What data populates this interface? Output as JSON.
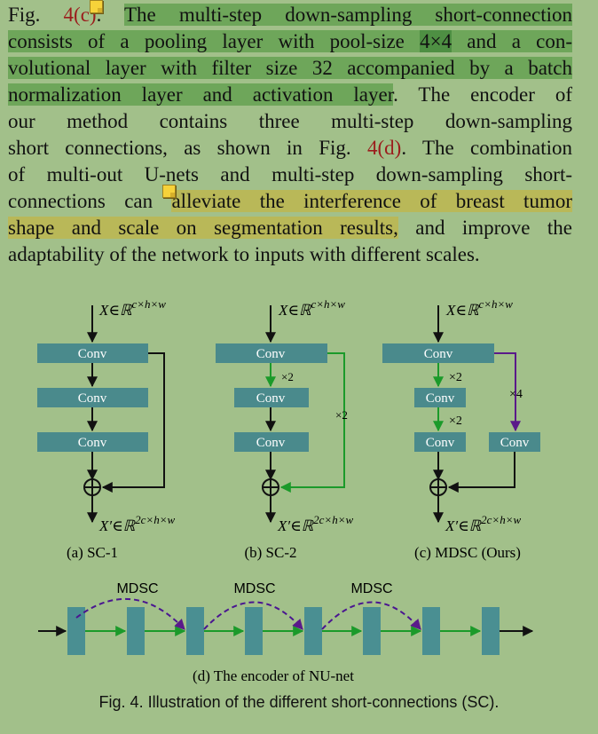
{
  "paragraph": {
    "l1_a": "Fig. ",
    "l1_ref": "4(c)",
    "l1_b": ". ",
    "l1_hl": "The multi-step down-sampling short-connection",
    "l2_hl_a": "consists of a pooling layer with pool-size ",
    "l2_hl_mid": "4×4",
    "l2_hl_b": " and a con-",
    "l3_hl": "volutional layer with filter size 32 accompanied by a batch",
    "l4_hl": "normalization layer and activation layer",
    "l4_b": ". The encoder of",
    "l5": "our method contains three multi-step down-sampling",
    "l6_a": "short connections, as shown in Fig. ",
    "l6_ref": "4(d)",
    "l6_b": ". The combination",
    "l7": "of multi-out U-nets and multi-step down-sampling short-",
    "l8_a": "connections can ",
    "l8_hl": "alleviate the interference of breast tumor",
    "l9_hl": "shape and scale on segmentation results,",
    "l9_b": " and improve the",
    "l10": "adaptability of the network to inputs with different scales."
  },
  "figure": {
    "input_label": "X∈ℝ",
    "input_sup": "c×h×w",
    "output_label": "X′∈ℝ",
    "output_sup": "2c×h×w",
    "conv_label": "Conv",
    "x2": "×2",
    "x4": "×4",
    "sub_a": "(a) SC-1",
    "sub_b": "(b) SC-2",
    "sub_c": "(c) MDSC (Ours)",
    "mdsc": "MDSC",
    "sub_d": "(d) The encoder of NU-net",
    "colors": {
      "conv_block": "#4a8a8c",
      "green_arrow": "#1b9a2a",
      "purple_arrow": "#5a1a8a",
      "encoder_block": "#4a8f92",
      "dashed_arc": "#4a1590"
    }
  },
  "caption": "Fig. 4. Illustration of the different short-connections (SC)."
}
